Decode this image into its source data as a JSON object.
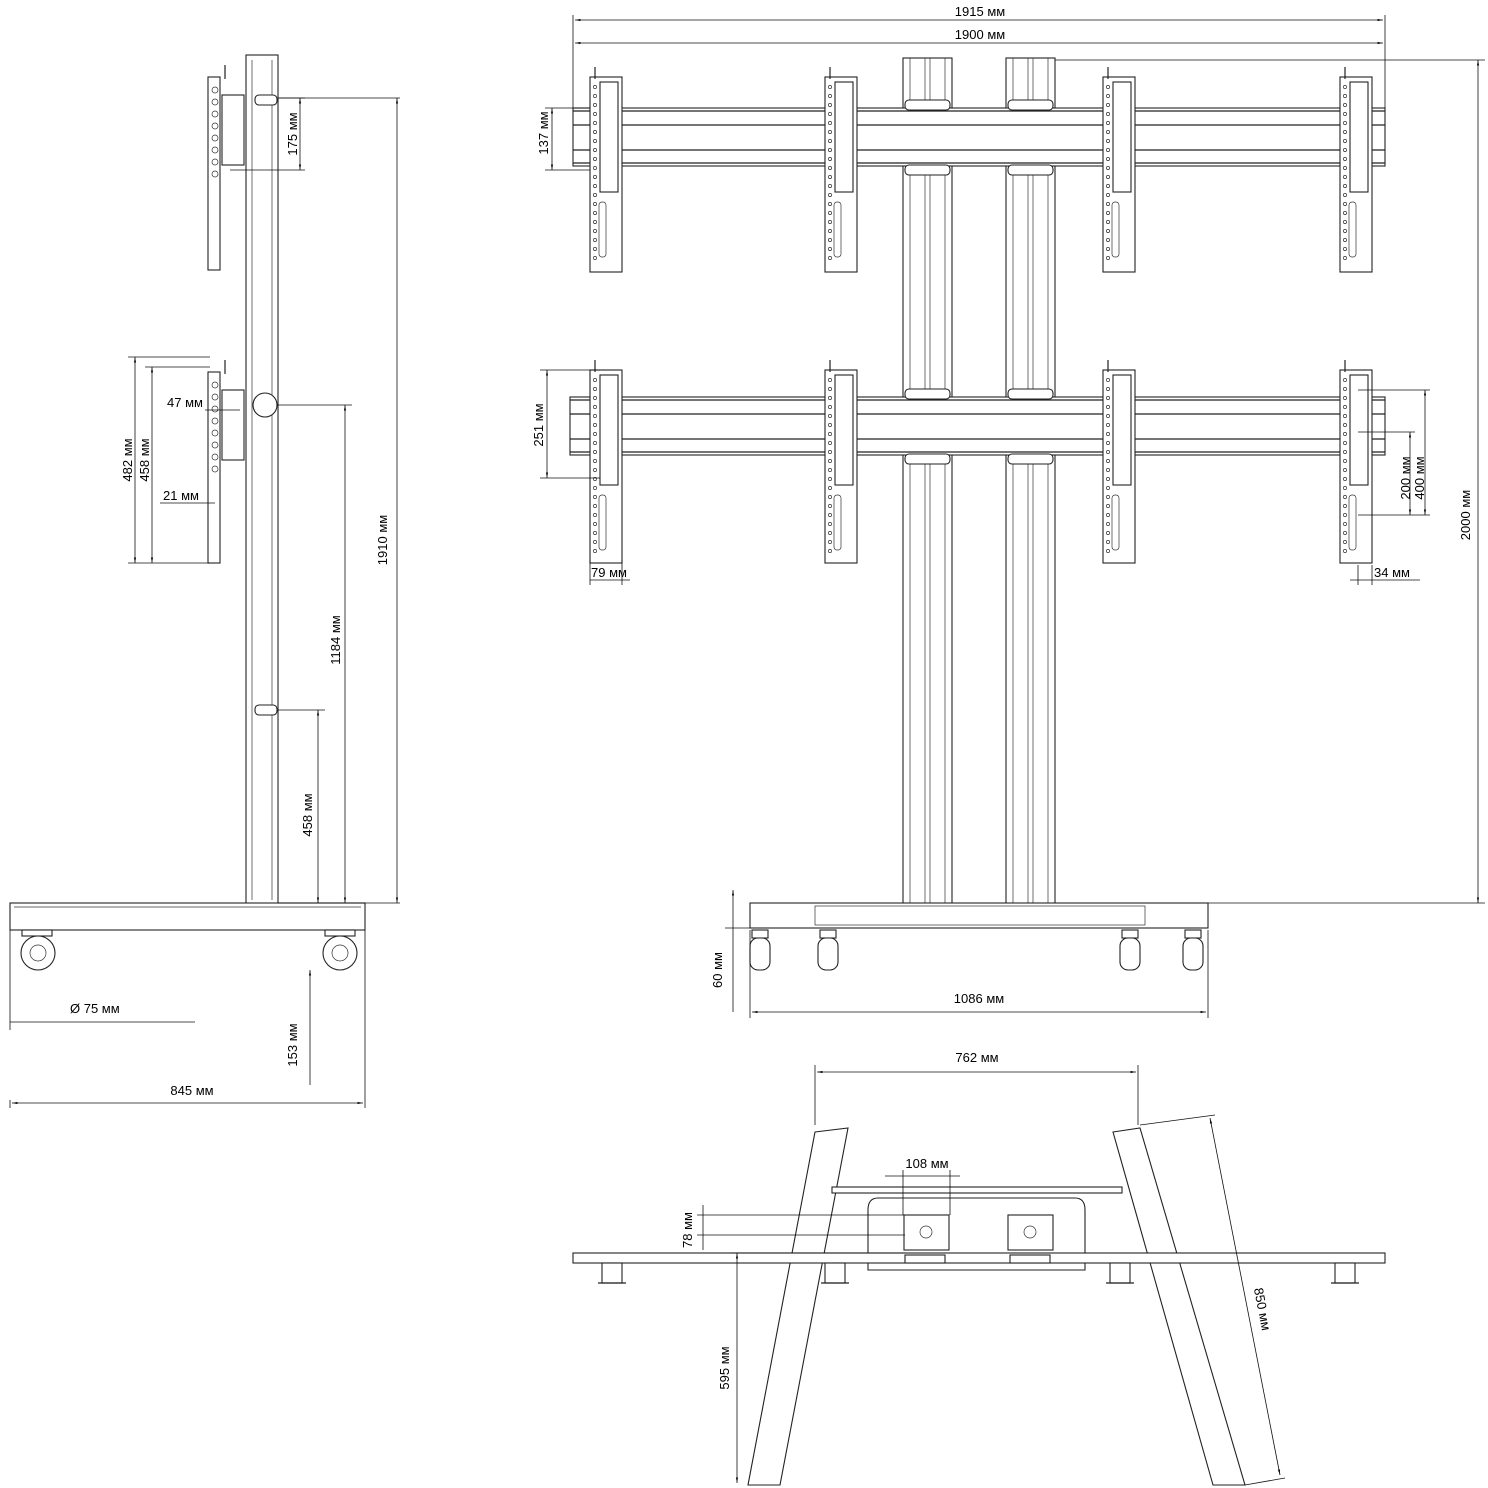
{
  "side_view": {
    "dims": {
      "bracket_pitch": "175 мм",
      "offset_47": "47 мм",
      "height_482": "482 мм",
      "height_458_bracket": "458 мм",
      "offset_21": "21 мм",
      "total_height": "1910 мм",
      "mid_height": "1184 мм",
      "low_height": "458 мм",
      "wheel_diameter": "Ø 75 мм",
      "base_height": "153 мм",
      "base_depth": "845 мм"
    }
  },
  "front_view": {
    "dims": {
      "overall_width": "1915 мм",
      "rail_width": "1900 мм",
      "upper_rail_height": "137 мм",
      "lower_rail_height": "251 мм",
      "bracket_width_left": "79 мм",
      "vesa_200": "200 мм",
      "vesa_400": "400 мм",
      "bracket_width_right": "34 мм",
      "total_height": "2000 мм",
      "base_clearance": "60 мм",
      "base_width": "1086 мм"
    }
  },
  "top_view": {
    "dims": {
      "leg_spacing": "762 мм",
      "column_spacing": "108 мм",
      "plate_offset": "78 мм",
      "front_depth": "595 мм",
      "leg_length": "850 мм"
    }
  }
}
